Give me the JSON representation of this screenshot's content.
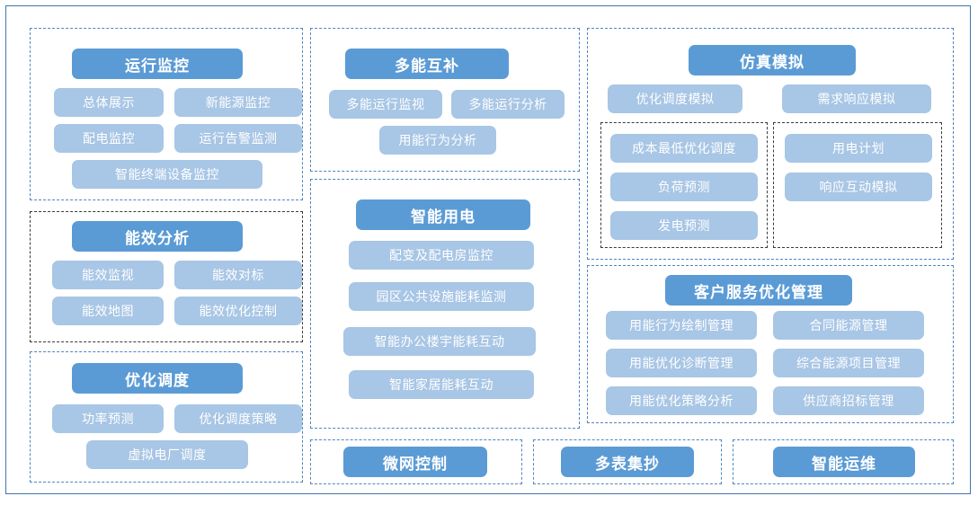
{
  "theme": {
    "header_fill": "#5b9bd5",
    "item_fill": "#a8c6e5",
    "header_text": "#ffffff",
    "item_text": "#ffffff",
    "border_blue": "#4f86c0",
    "border_dark": "#3a3a3a",
    "canvas_border": "#3f76ab",
    "background": "#ffffff"
  },
  "groups": {
    "operation_monitoring": {
      "title": "运行监控",
      "items": [
        "总体展示",
        "新能源监控",
        "配电监控",
        "运行告警监测",
        "智能终端设备监控"
      ]
    },
    "energy_efficiency": {
      "title": "能效分析",
      "items": [
        "能效监视",
        "能效对标",
        "能效地图",
        "能效优化控制"
      ]
    },
    "optimized_dispatch": {
      "title": "优化调度",
      "items": [
        "功率预测",
        "优化调度策略",
        "虚拟电厂调度"
      ]
    },
    "multi_energy": {
      "title": "多能互补",
      "items": [
        "多能运行监视",
        "多能运行分析",
        "用能行为分析"
      ]
    },
    "smart_power": {
      "title": "智能用电",
      "items": [
        "配变及配电房监控",
        "园区公共设施能耗监测",
        "智能办公楼宇能耗互动",
        "智能家居能耗互动"
      ]
    },
    "simulation": {
      "title": "仿真模拟",
      "items": [
        "优化调度模拟",
        "需求响应模拟"
      ],
      "sub_left": [
        "成本最低优化调度",
        "负荷预测",
        "发电预测"
      ],
      "sub_right": [
        "用电计划",
        "响应互动模拟"
      ]
    },
    "customer_service": {
      "title": "客户服务优化管理",
      "items_left": [
        "用能行为绘制管理",
        "用能优化诊断管理",
        "用能优化策略分析"
      ],
      "items_right": [
        "合同能源管理",
        "综合能源项目管理",
        "供应商招标管理"
      ]
    },
    "microgrid_control": {
      "title": "微网控制"
    },
    "multi_meter_reading": {
      "title": "多表集抄"
    },
    "smart_om": {
      "title": "智能运维"
    }
  }
}
